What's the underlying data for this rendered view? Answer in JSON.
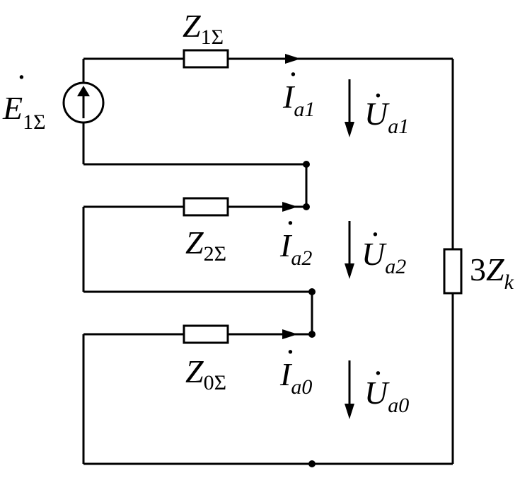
{
  "labels": {
    "z1": {
      "main": "Z",
      "sub": "1Σ"
    },
    "z2": {
      "main": "Z",
      "sub": "2Σ"
    },
    "z0": {
      "main": "Z",
      "sub": "0Σ"
    },
    "e1": {
      "main": "E",
      "sub": "1Σ",
      "accent": "·"
    },
    "ia1": {
      "main": "I",
      "sub": "a1",
      "accent": "·"
    },
    "ia2": {
      "main": "I",
      "sub": "a2",
      "accent": "·"
    },
    "ia0": {
      "main": "I",
      "sub": "a0",
      "accent": "·"
    },
    "ua1": {
      "main": "U",
      "sub": "a1",
      "accent": "·"
    },
    "ua2": {
      "main": "U",
      "sub": "a2",
      "accent": "·"
    },
    "ua0": {
      "main": "U",
      "sub": "a0",
      "accent": "·"
    },
    "zk": {
      "coef": "3",
      "main": "Z",
      "sub": "k"
    }
  }
}
